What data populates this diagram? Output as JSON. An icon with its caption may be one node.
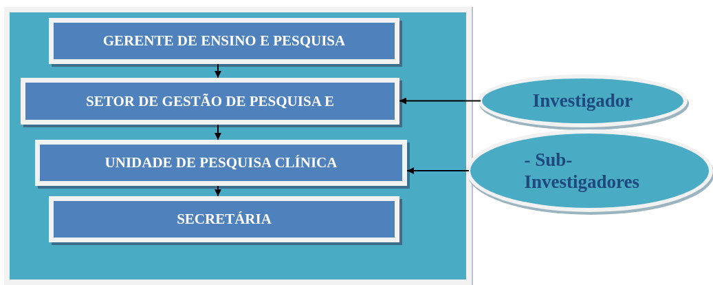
{
  "diagram": {
    "nodes": [
      {
        "text": [],
        "shape": "box"
      },
      {
        "text": [
          "GERENTE DE ENSINO E PESQUISA"
        ],
        "in": 0
      },
      {
        "text": [
          "SETOR DE GESTÃO DE PESQUISA E"
        ],
        "in": 0
      },
      {
        "text": [
          "UNIDADE DE PESQUISA CLÍNICA"
        ],
        "in": 0
      },
      {
        "text": [
          "SECRETÁRIA"
        ],
        "in": 0
      },
      {
        "text": [
          "Investigador"
        ]
      },
      {
        "text": [
          "- Sub- Investigadores"
        ]
      }
    ],
    "edges": [
      {
        "from": 1,
        "to": 2,
        "arrow": "to"
      },
      {
        "from": 2,
        "to": 3,
        "arrow": "to"
      },
      {
        "from": 3,
        "to": 4,
        "arrow": "to"
      },
      {
        "from": 5,
        "to": 2,
        "arrow": "to"
      },
      {
        "from": 6,
        "to": 3,
        "arrow": "to"
      }
    ]
  }
}
